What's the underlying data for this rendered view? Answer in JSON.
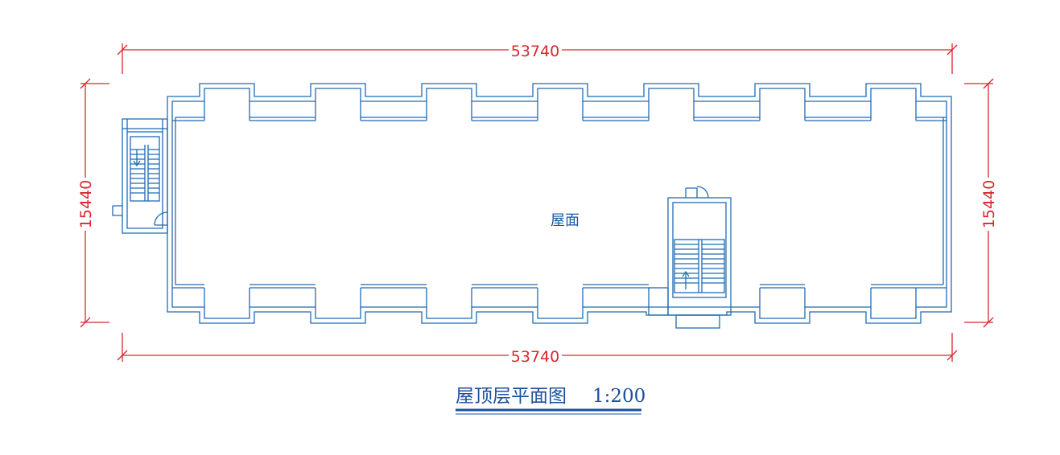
{
  "dimensions": {
    "top_width": "53740",
    "bottom_width": "53740",
    "left_depth": "15440",
    "right_depth": "15440"
  },
  "room_label": "屋面",
  "title": {
    "name": "屋顶层平面图",
    "scale": "1:200"
  },
  "colors": {
    "dimension": "#d8282d",
    "walls": "#1f6bb4",
    "title": "#1a4f9c"
  }
}
